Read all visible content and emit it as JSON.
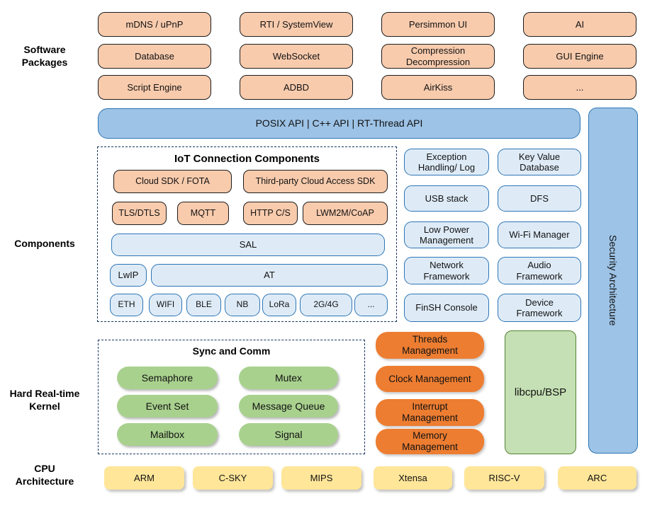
{
  "labels": {
    "software": "Software\nPackages",
    "components": "Components",
    "kernel": "Hard Real-time\nKernel",
    "cpu": "CPU\nArchitecture"
  },
  "packages": {
    "items": [
      "mDNS / uPnP",
      "RTI / SystemView",
      "Persimmon UI",
      "AI",
      "Database",
      "WebSocket",
      "Compression\nDecompression",
      "GUI Engine",
      "Script Engine",
      "ADBD",
      "AirKiss",
      "..."
    ]
  },
  "api_bar": {
    "label": "POSIX API  |  C++ API  |  RT-Thread API"
  },
  "iot": {
    "title": "IoT Connection Components",
    "sdk": [
      "Cloud SDK / FOTA",
      "Third-party Cloud Access SDK"
    ],
    "protocols": [
      "TLS/DTLS",
      "MQTT",
      "HTTP C/S",
      "LWM2M/CoAP"
    ],
    "sal": "SAL",
    "lwip": "LwIP",
    "at": "AT",
    "net": [
      "ETH",
      "WIFI",
      "BLE",
      "NB",
      "LoRa",
      "2G/4G",
      "..."
    ]
  },
  "comps": {
    "items": [
      "Exception\nHandling/ Log",
      "Key Value\nDatabase",
      "USB stack",
      "DFS",
      "Low Power\nManagement",
      "Wi-Fi Manager",
      "Network\nFramework",
      "Audio\nFramework",
      "FinSH Console",
      "Device\nFramework"
    ]
  },
  "security": {
    "label": "Security Architecture"
  },
  "kernel": {
    "sync_title": "Sync and Comm",
    "sync": [
      "Semaphore",
      "Mutex",
      "Event Set",
      "Message Queue",
      "Mailbox",
      "Signal"
    ],
    "mgmt": [
      "Threads\nManagement",
      "Clock Management",
      "Interrupt\nManagement",
      "Memory\nManagement"
    ],
    "libcpu": "libcpu/BSP"
  },
  "cpu": {
    "items": [
      "ARM",
      "C-SKY",
      "MIPS",
      "Xtensa",
      "RISC-V",
      "ARC"
    ]
  },
  "colors": {
    "package_fill": "#F8CBAD",
    "api_bar_fill": "#9DC3E6",
    "component_fill": "#DEEBF7",
    "component_border": "#2E75B6",
    "sync_fill": "#A9D18E",
    "mgmt_fill": "#ED7D31",
    "libcpu_fill": "#C5E0B4",
    "cpu_fill": "#FFE699",
    "dashed_border": "#17375E"
  }
}
